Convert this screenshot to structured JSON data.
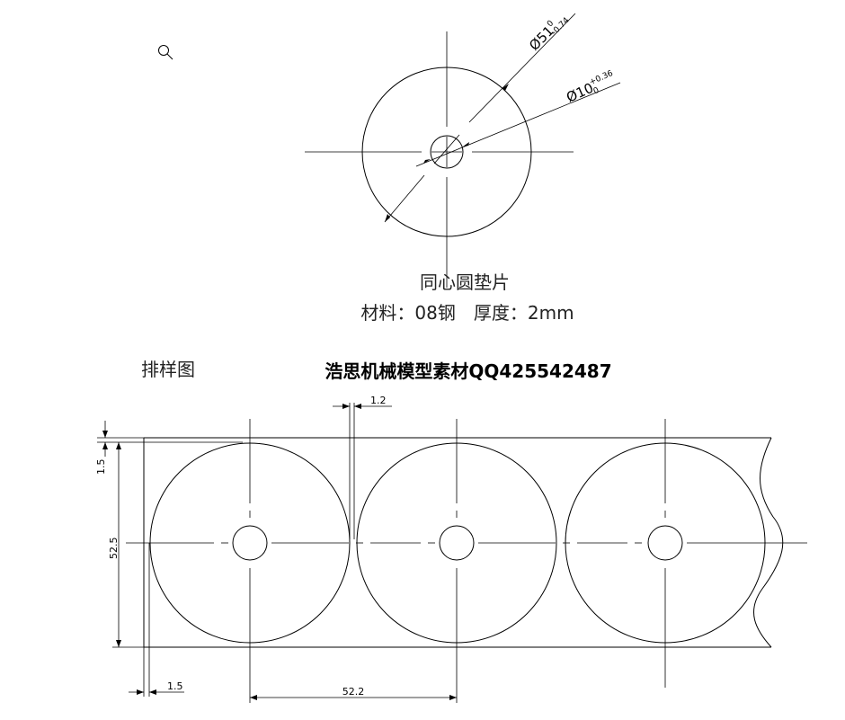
{
  "top_view": {
    "outer_diameter_label": "Ø51",
    "outer_tol_upper": "0",
    "outer_tol_lower": "-0.74",
    "inner_diameter_label": "Ø10",
    "inner_tol_upper": "+0.36",
    "inner_tol_lower": "0"
  },
  "part_title": "同心圆垫片",
  "material_spec": "材料：08钢　厚度：2mm",
  "layout_title": "排样图",
  "watermark": "浩思机械模型素材QQ425542487",
  "layout_dims": {
    "gap": "1.2",
    "edge_top": "1.5",
    "strip_width": "52.5",
    "edge_left": "1.5",
    "pitch": "52.2"
  },
  "icons": {
    "zoom": "magnifier-icon"
  }
}
